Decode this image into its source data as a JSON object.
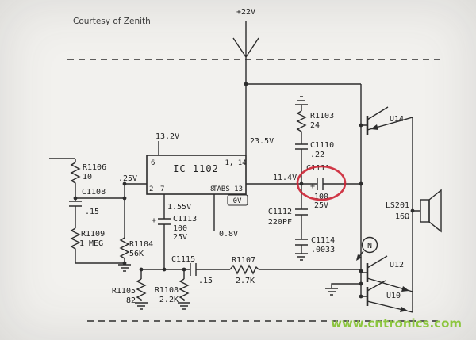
{
  "page": {
    "courtesy": "Courtesy of Zenith",
    "watermark": "www.cntronics.com",
    "watermark_color": "#8cc63e",
    "highlight_color": "#cc2233"
  },
  "power": {
    "supply_label": "+22V"
  },
  "ic": {
    "name": "IC 1102",
    "pins": {
      "p6": "6",
      "p1_14": "1, 14",
      "p2": "2",
      "p7": "7",
      "p8": "8",
      "p13": "TABS 13"
    }
  },
  "voltages": {
    "ic_top_left": "13.2V",
    "ic_top_right": "23.5V",
    "input": ".25V",
    "output": "11.4V",
    "pin8_box": "0V",
    "pin8_lower": "0.8V",
    "pin7": "1.55V"
  },
  "components": {
    "r1106": {
      "ref": "R1106",
      "value": "10"
    },
    "c1108": {
      "ref": "C1108",
      "value": ".15"
    },
    "r1109": {
      "ref": "R1109",
      "value": "1 MEG"
    },
    "r1104": {
      "ref": "R1104",
      "value": "56K"
    },
    "c1113": {
      "ref": "C1113",
      "value": "100",
      "value2": "25V",
      "polarity": "+"
    },
    "c1115": {
      "ref": "C1115",
      "value": ".15"
    },
    "r1105": {
      "ref": "R1105",
      "value": "82"
    },
    "r1108": {
      "ref": "R1108",
      "value": "2.2K"
    },
    "r1107": {
      "ref": "R1107",
      "value": "2.7K"
    },
    "c1112": {
      "ref": "C1112",
      "value": "220PF"
    },
    "c1114": {
      "ref": "C1114",
      "value": ".0033"
    },
    "r1103": {
      "ref": "R1103",
      "value": "24"
    },
    "c1110": {
      "ref": "C1110",
      "value": ".22"
    },
    "c1111": {
      "ref": "C1111",
      "value": "100",
      "value2": "25V",
      "polarity": "+"
    }
  },
  "transistors": {
    "u14": "U14",
    "u12": "U12",
    "u10": "U10"
  },
  "speaker": {
    "ref": "LS201",
    "impedance": "16Ω"
  },
  "nodes": {
    "n_label": "N"
  }
}
